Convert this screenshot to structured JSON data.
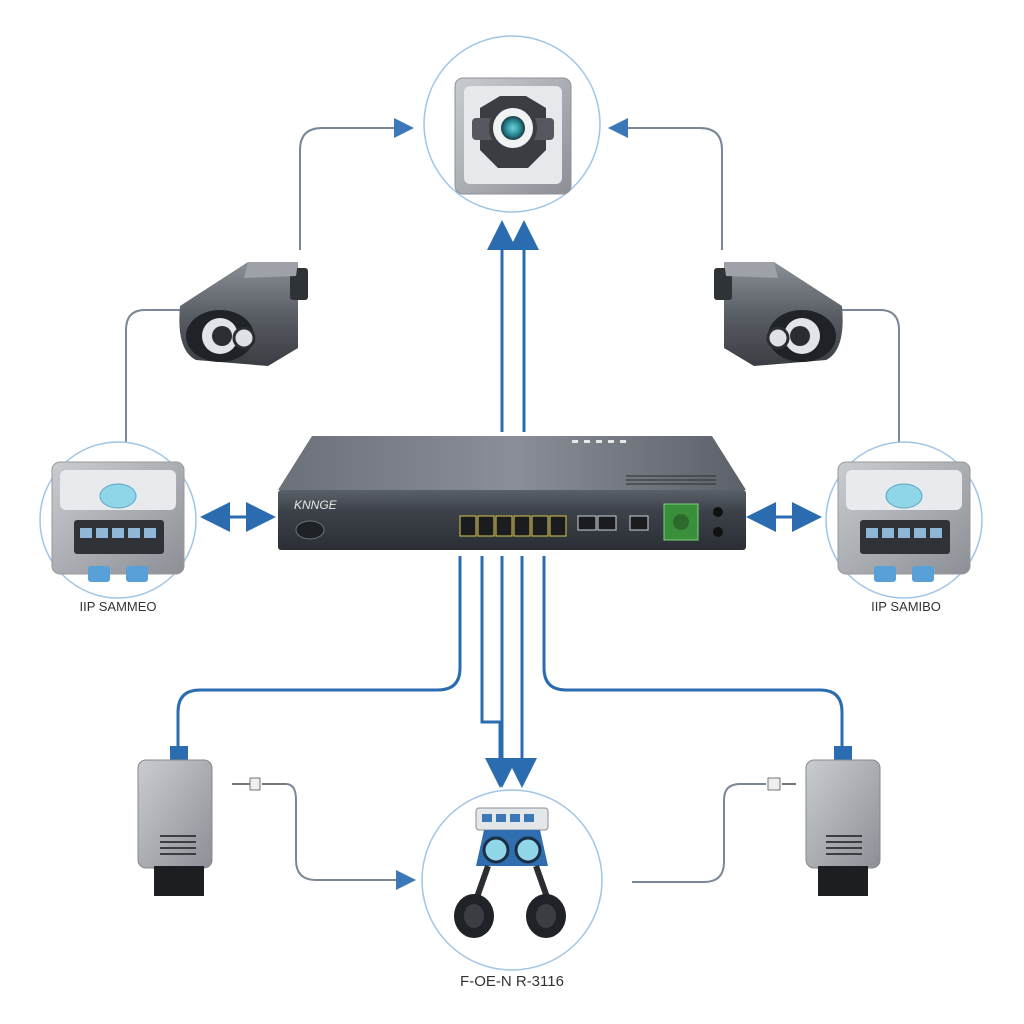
{
  "diagram": {
    "switch": {
      "brand_label": "KNNGE"
    },
    "left_device": {
      "caption": "IIP SAMMEO"
    },
    "right_device": {
      "caption": "IIP SAMIBO"
    },
    "bottom_device": {
      "caption": "F-OE-N R-3116"
    },
    "colors": {
      "connector_blue": "#2b6cb0",
      "cable_gray": "#7a8797",
      "circle_outline": "#9fc6e6",
      "switch_body": "#3a3f47",
      "port_green": "#3a8f3a"
    },
    "icons": [
      "camera-left-icon",
      "camera-right-icon",
      "hub-icon",
      "server-left-icon",
      "server-right-icon",
      "adapter-left-icon",
      "adapter-right-icon",
      "camera-pair-icon",
      "network-switch-icon"
    ]
  }
}
